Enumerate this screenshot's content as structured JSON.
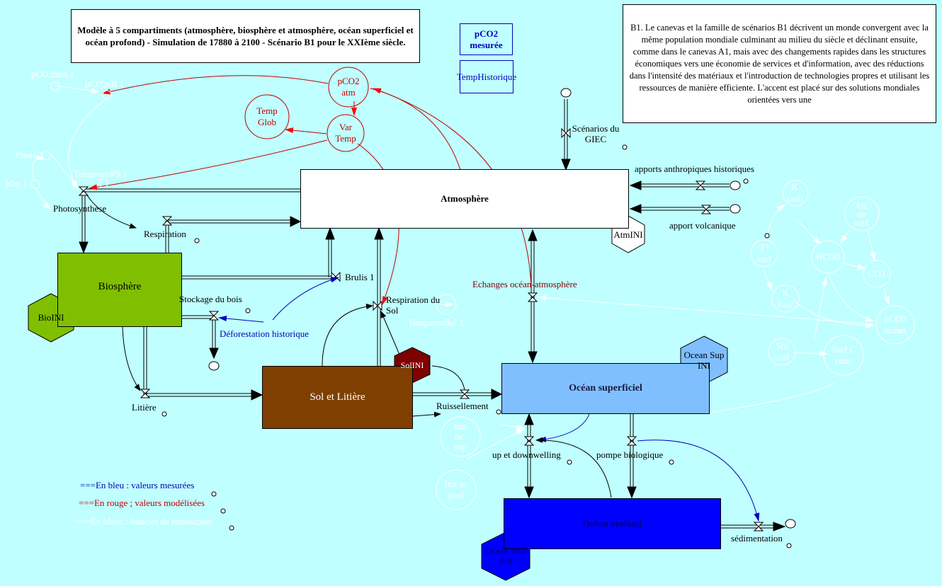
{
  "title_box": {
    "text": "Modèle à 5 compartiments (atmosphère, biosphère et atmosphère, océan superficiel et océan profond) - Simulation de 17880 à 2100 - Scénario B1 pour le XXIème siècle."
  },
  "scenario_box": {
    "text": "B1. Le canevas et la famille de scénarios B1 décrivent un monde convergent avec la même population mondiale culminant au milieu du siècle et déclinant ensuite, comme dans le canevas A1, mais avec des changements rapides dans les structures économiques vers une économie de services et d'information, avec des réductions dans l'intensité des matériaux et l'introduction de technologies propres et utilisant les ressources de manière efficiente. L'accent est placé sur des solutions mondiales orientées vers une"
  },
  "data_boxes": {
    "pco2_mesuree": "pCO2 mesurée",
    "temp_historique": "TempHistorique"
  },
  "stocks": {
    "atmosphere": "Atmosphère",
    "biosphere": "Biosphère",
    "sol_litiere": "Sol et Litière",
    "ocean_superficiel": "Océan superficiel",
    "ocean_profond": "Océan profond"
  },
  "initials": {
    "atm": "AtmINI",
    "bio": "BioINI",
    "sol": "SolINI",
    "ocean_sup": "Ocean Sup INI",
    "ocean_prof": "Ocean Prof INI"
  },
  "flows": {
    "scenarios_giec": "Scénarios du GIEC",
    "apports_anthropiques": "apports anthropiques historiques",
    "apport_volcanique": "apport volcanique",
    "photosynthese": "Photosynthèse",
    "respiration": "Respiration",
    "brulis": "Brulis 1",
    "stockage_bois": "Stockage du bois",
    "deforestation": "Déforestation historique",
    "respiration_sol": "Respiration du Sol",
    "litiere": "Litière",
    "ruissellement": "Ruissellement",
    "echanges": "Echanges océan-atmosphère",
    "up_downwelling": "up et downwelling",
    "pompe_biologique": "pompe biologique",
    "sedimentation": "sédimentation"
  },
  "red_converters": {
    "pco2_atm": "pCO2 atm",
    "temp_glob": "Temp Glob",
    "var_temp": "Var Temp"
  },
  "white_converters": {
    "pco2min": "pCO2min 1",
    "pco2eff": "pCO2eff 1",
    "pmax": "Pmax 1",
    "khs": "Khs 1",
    "tempsens_ps": "TempsensPS 1",
    "tempsens_sol": "TempsensSol 1",
    "k_carb": "K carb",
    "alc_de_surf": "Alc de surf",
    "t_surf": "T° surf",
    "hco3": "HCO3",
    "co3": "CO3",
    "k_co2": "K Co2",
    "pco2_ocean": "pCO2 océan",
    "vol_surf": "Vol surf",
    "surf_c_conc": "Surf C conc",
    "init_oc_sup": "Init oc. sup",
    "init_oc_prof": "Init oc prof"
  },
  "legend": {
    "blue": "===En bleu : valeurs mesurées",
    "red": "===En rouge ; valeurs modélisées",
    "white": "===En blanc : boucles de rétroaction"
  },
  "colors": {
    "background": "#c0ffff",
    "biosphere": "#80bf00",
    "sol": "#7f3f00",
    "sol_ini": "#7f0000",
    "ocean_sup": "#80bfff",
    "ocean_prof": "#0000ff",
    "modeled_red": "#c00000",
    "measured_blue": "#0000c0"
  }
}
